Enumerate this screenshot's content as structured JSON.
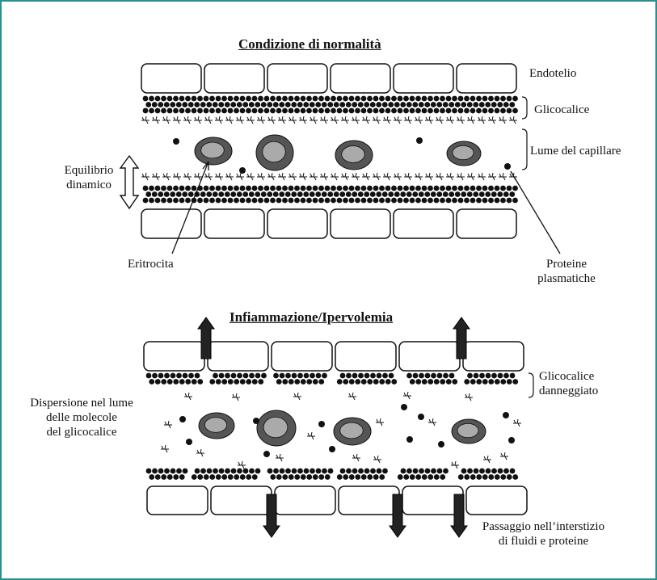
{
  "colors": {
    "frame": "#2a8f8f",
    "cell_border": "#111111",
    "erythrocyte_outer": "#555555",
    "erythrocyte_inner": "#aaaaaa",
    "ink": "#111111"
  },
  "panel_normal": {
    "title": "Condizione di normalità",
    "labels": {
      "endothelium": "Endotelio",
      "glycocalyx": "Glicocalice",
      "lumen": "Lume del capillare",
      "equilibrium": [
        "Equilibrio",
        "dinamico"
      ],
      "erythrocyte": "Eritrocita",
      "proteins": [
        "Proteine",
        "plasmatiche"
      ]
    }
  },
  "panel_inflamed": {
    "title": "Infiammazione/Ipervolemia",
    "labels": {
      "glycocalyx_damaged": [
        "Glicocalice",
        "danneggiato"
      ],
      "dispersion": [
        "Dispersione nel lume",
        "delle molecole",
        "del glicocalice"
      ],
      "passage": [
        "Passaggio nell’interstizio",
        "di fluidi e proteine"
      ]
    }
  },
  "icons": [
    "double-arrow-icon",
    "up-arrow-icon",
    "down-arrow-icon",
    "erythrocyte-icon",
    "protein-dot-icon",
    "glycocalyx-fiber-icon"
  ]
}
